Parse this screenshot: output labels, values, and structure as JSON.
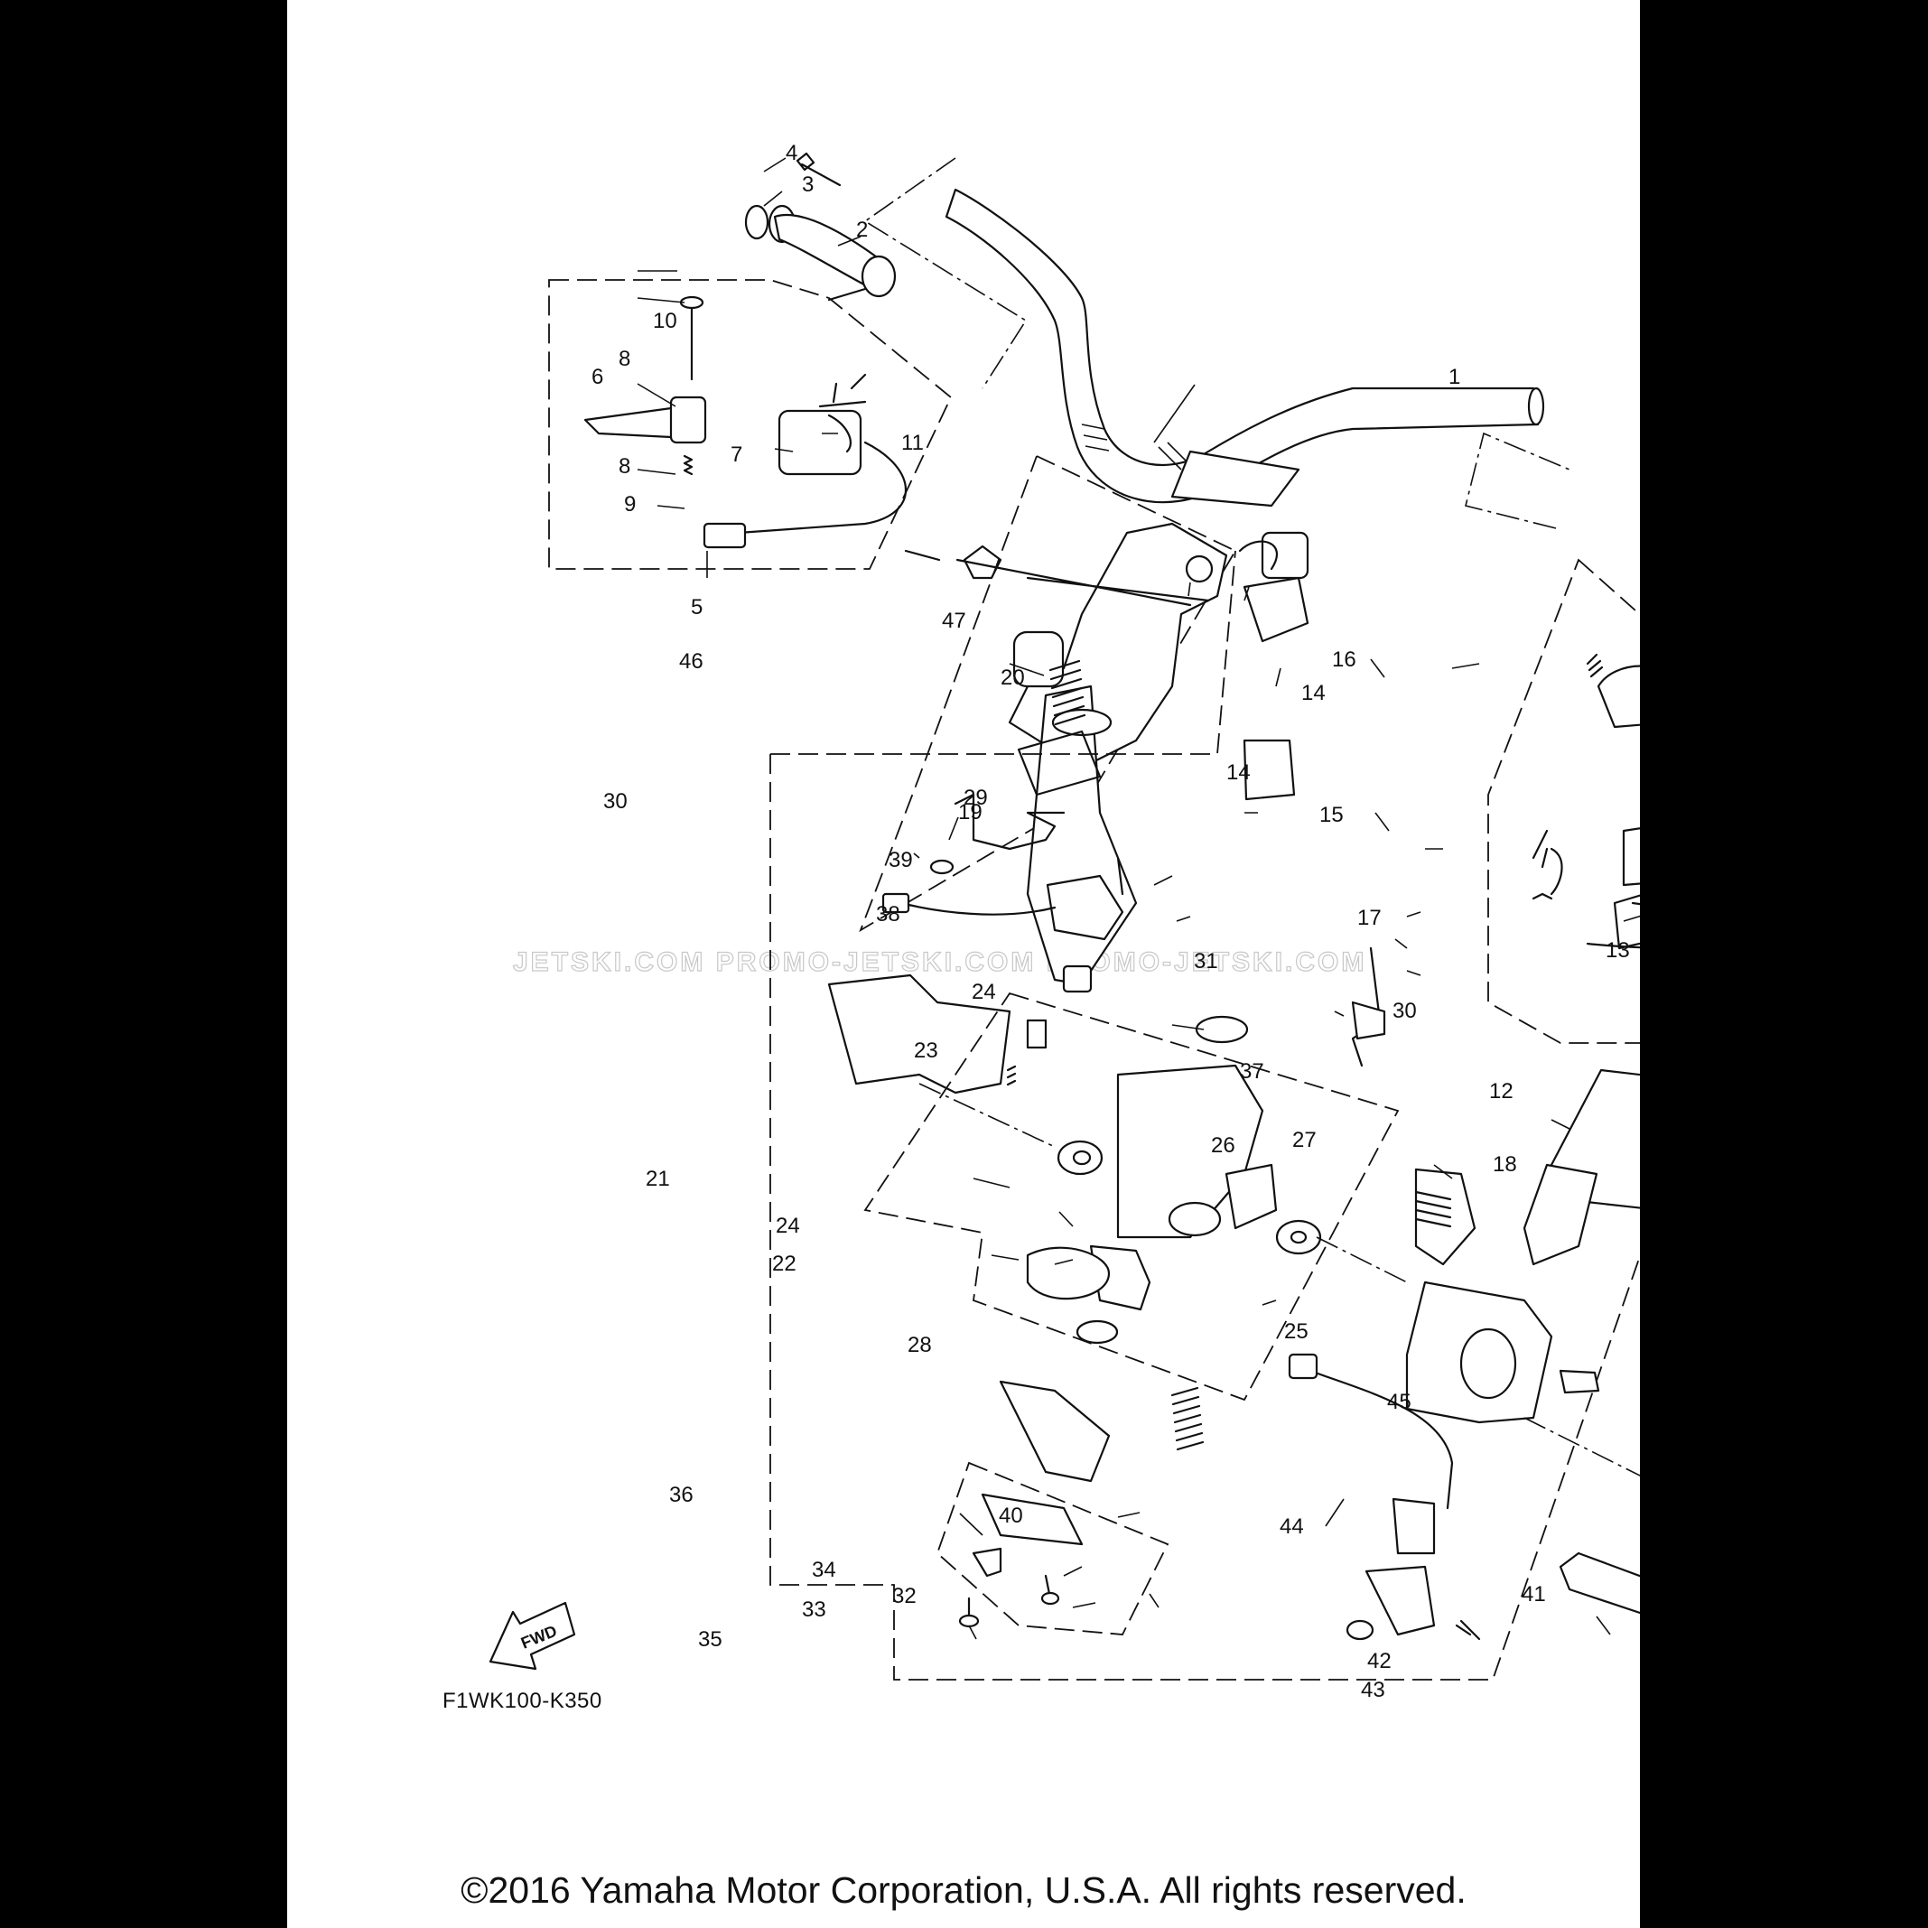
{
  "diagram": {
    "code": "F1WK100-K350",
    "copyright": "©2016 Yamaha Motor Corporation, U.S.A. All rights reserved.",
    "watermark": "JETSKI.COM  PROMO-JETSKI.COM  PROMO-JETSKI.COM",
    "fwd_label": "FWD",
    "callouts": [
      "1",
      "2",
      "3",
      "4",
      "5",
      "6",
      "7",
      "8",
      "8",
      "9",
      "10",
      "11",
      "12",
      "13",
      "14",
      "14",
      "15",
      "16",
      "17",
      "18",
      "19",
      "20",
      "21",
      "22",
      "23",
      "24",
      "24",
      "25",
      "26",
      "27",
      "28",
      "29",
      "30",
      "30",
      "31",
      "32",
      "33",
      "34",
      "35",
      "36",
      "37",
      "38",
      "39",
      "40",
      "41",
      "42",
      "43",
      "44",
      "45",
      "46",
      "47"
    ]
  },
  "colors": {
    "background": "#000000",
    "sheet": "#ffffff",
    "ink": "#111111",
    "watermark": "#c8c8c8"
  }
}
